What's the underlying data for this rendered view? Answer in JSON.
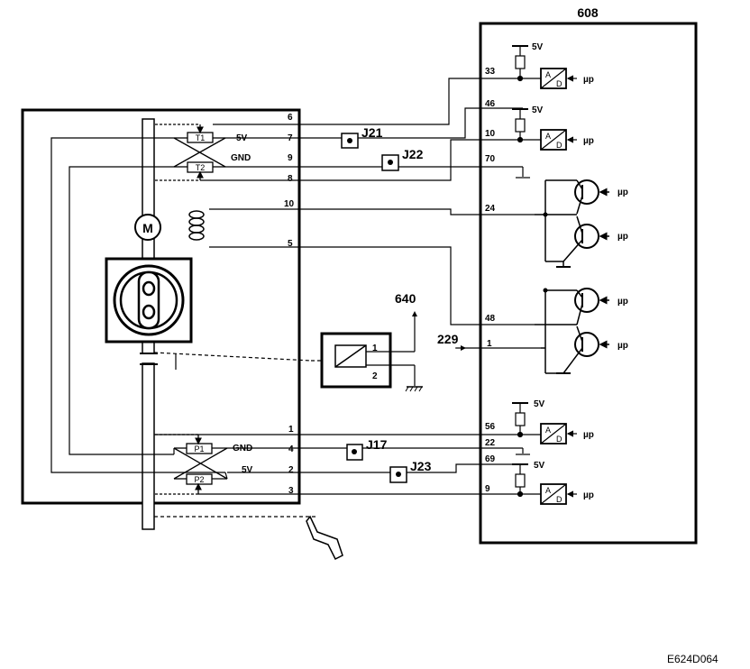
{
  "ecu": {
    "label": "608"
  },
  "actuator": {
    "motor": "M",
    "track_sensor": {
      "t1": "T1",
      "t2": "T2",
      "v5": "5V",
      "gnd": "GND"
    },
    "pedal_sensor": {
      "p1": "P1",
      "p2": "P2",
      "v5": "5V",
      "gnd": "GND"
    },
    "pins": [
      "6",
      "7",
      "9",
      "8",
      "10",
      "5",
      "1",
      "4",
      "2",
      "3"
    ]
  },
  "junctions": [
    "J21",
    "J22",
    "J17",
    "J23"
  ],
  "relay": {
    "pin1": "1",
    "pin2": "2"
  },
  "external": {
    "ref640": "640",
    "ref229": "229",
    "pin229": "1"
  },
  "ecu_pins": [
    "33",
    "46",
    "10",
    "70",
    "24",
    "48",
    "56",
    "22",
    "69",
    "9"
  ],
  "supply": [
    "5V",
    "5V",
    "5V",
    "5V"
  ],
  "adc": {
    "a": "A",
    "d": "D",
    "mu": "µp"
  },
  "transistor_mu": "µp",
  "figure_code": "E624D064"
}
